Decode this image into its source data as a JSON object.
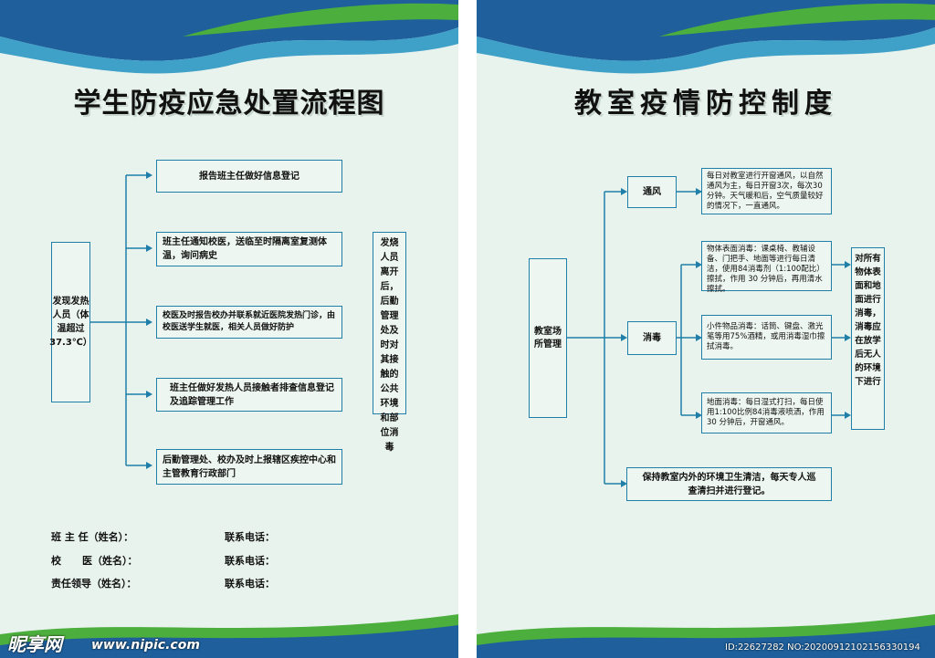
{
  "left": {
    "title": "学生防疫应急处置流程图",
    "start_box": "发现发热人员（体温超过37.3℃）",
    "steps": [
      "报告班主任做好信息登记",
      "班主任通知校医，送临至时隔离室复测体温，询问病史",
      "校医及时报告校办并联系就近医院发热门诊，由校医送学生就医，相关人员做好防护",
      "班主任做好发热人员接触者排查信息登记及追踪管理工作",
      "后勤管理处、校办及时上报辖区疾控中心和主管教育行政部门"
    ],
    "side_box": "发烧人员离开后，后勤管理处及时对其接触的公共环境和部位消毒",
    "contacts": [
      {
        "role": "班 主 任（姓名）：",
        "phone": "联系电话："
      },
      {
        "role": "校      医（姓名）：",
        "phone": "联系电话："
      },
      {
        "role": "责任领导（姓名）：",
        "phone": "联系电话："
      }
    ]
  },
  "right": {
    "title": "教室疫情防控制度",
    "root_box": "教室场所管理",
    "ventilation": {
      "label": "通风",
      "detail": "每日对教室进行开窗通风，以自然通风为主，每日开窗3次，每次30分钟。天气暖和后，空气质量较好的情况下，一直通风。"
    },
    "disinfection": {
      "label": "消毒",
      "details": [
        "物体表面消毒：课桌椅、教辅设备、门把手、地面等进行每日清洁，使用84消毒剂（1:100配比）擦拭，作用 30 分钟后，再用清水擦拭。",
        "小件物品消毒：话筒、键盘、激光笔等用75%酒精，或用消毒湿巾擦拭消毒。",
        "地面消毒：每日湿式打扫，每日使用1:100比例84消毒液喷洒，作用 30 分钟后，开窗通风。"
      ],
      "side_box": "对所有物体表面和地面进行消毒，消毒应在放学后无人的环境下进行"
    },
    "cleaning": "保持教室内外的环境卫生清洁，每天专人巡查清扫并进行登记。"
  },
  "watermark": {
    "logo": "昵享网",
    "url": "www.nipic.com",
    "id": "ID:22627282 NO:20200912102156330194"
  },
  "colors": {
    "background": "#e9f3ee",
    "line": "#1f7fa8",
    "wave_blue": "#1e5f9c",
    "wave_green": "#4cae3c"
  }
}
